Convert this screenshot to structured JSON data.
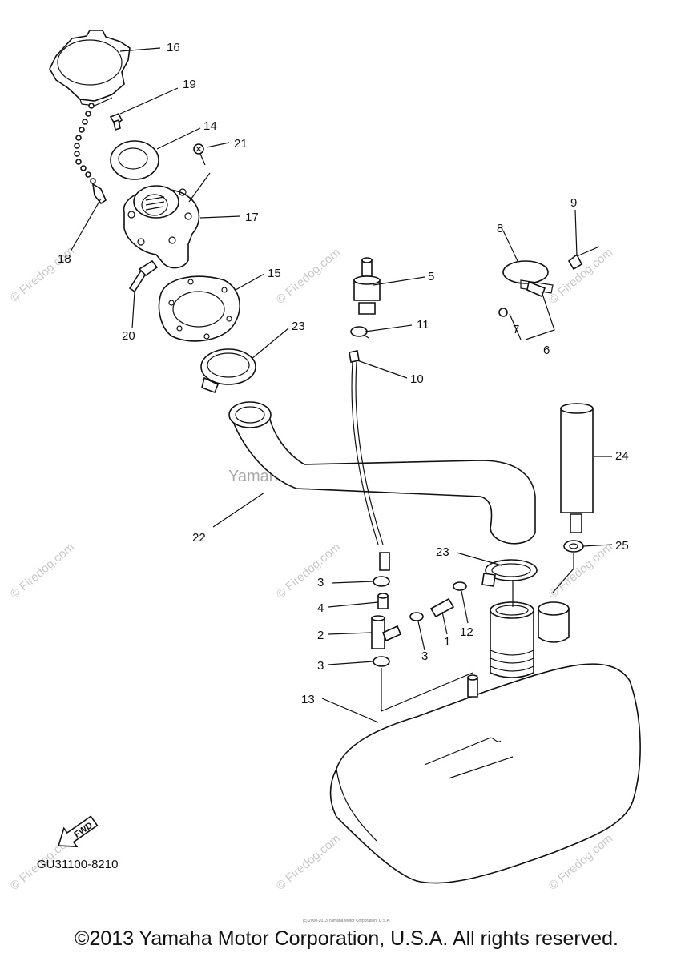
{
  "watermark_main": "Yamaha Motor Corp, U.S.A.",
  "watermark_site": "© Firedog.com",
  "diagram_code": "GU31100-8210",
  "fwd_label": "FWD",
  "copyright": "©2013 Yamaha Motor Corporation, U.S.A. All rights reserved.",
  "fine_print": "(c) 2000-2013 Yamaha Motor Corporation, U.S.A.",
  "callouts": {
    "c1": "1",
    "c2": "2",
    "c3a": "3",
    "c3b": "3",
    "c3c": "3",
    "c4": "4",
    "c5": "5",
    "c6": "6",
    "c7": "7",
    "c8": "8",
    "c9": "9",
    "c10": "10",
    "c11": "11",
    "c12": "12",
    "c13": "13",
    "c14": "14",
    "c15": "15",
    "c16": "16",
    "c17": "17",
    "c18": "18",
    "c19": "19",
    "c20": "20",
    "c21": "21",
    "c22": "22",
    "c23a": "23",
    "c23b": "23",
    "c24": "24",
    "c25": "25"
  }
}
